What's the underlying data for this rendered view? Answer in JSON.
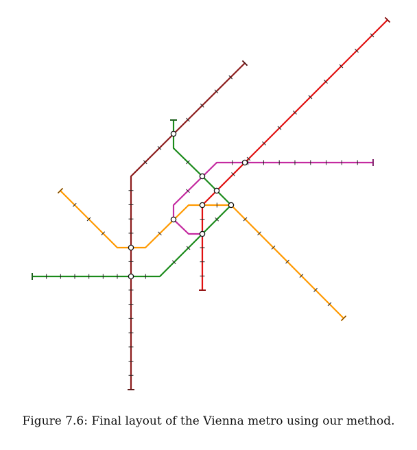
{
  "caption": "Figure 7.6: Final layout of the Vienna metro using our method.",
  "lines": [
    {
      "id": "U1",
      "color": "#e01010"
    },
    {
      "id": "U2",
      "color": "#c42aa0"
    },
    {
      "id": "U3",
      "color": "#ff9900"
    },
    {
      "id": "U4",
      "color": "#1a8a1a"
    },
    {
      "id": "U6",
      "color": "#8b1a1a"
    }
  ]
}
